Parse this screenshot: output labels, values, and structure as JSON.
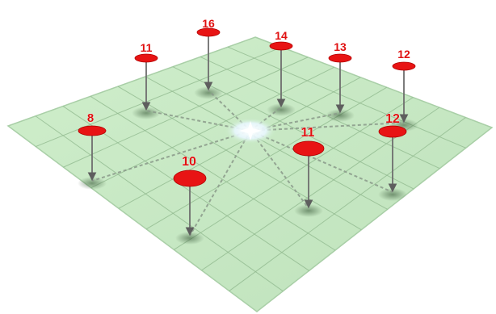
{
  "colors": {
    "plane_fill": "#c8eac5",
    "plane_edge": "#a9cfa7",
    "grid_line": "#8fb88d",
    "marker_red": "#e81414",
    "arrow_stroke": "#6e6e6e",
    "dashed_line": "#8a9a8a",
    "center_highlight": "#ffffff"
  },
  "plane": {
    "grid": true,
    "center_marker": "star-hub"
  },
  "markers": [
    {
      "id": "m1",
      "label": "16"
    },
    {
      "id": "m2",
      "label": "11"
    },
    {
      "id": "m3",
      "label": "14"
    },
    {
      "id": "m4",
      "label": "13"
    },
    {
      "id": "m5",
      "label": "12"
    },
    {
      "id": "m6",
      "label": "8"
    },
    {
      "id": "m7",
      "label": "12"
    },
    {
      "id": "m8",
      "label": "11"
    },
    {
      "id": "m9",
      "label": "10"
    }
  ]
}
